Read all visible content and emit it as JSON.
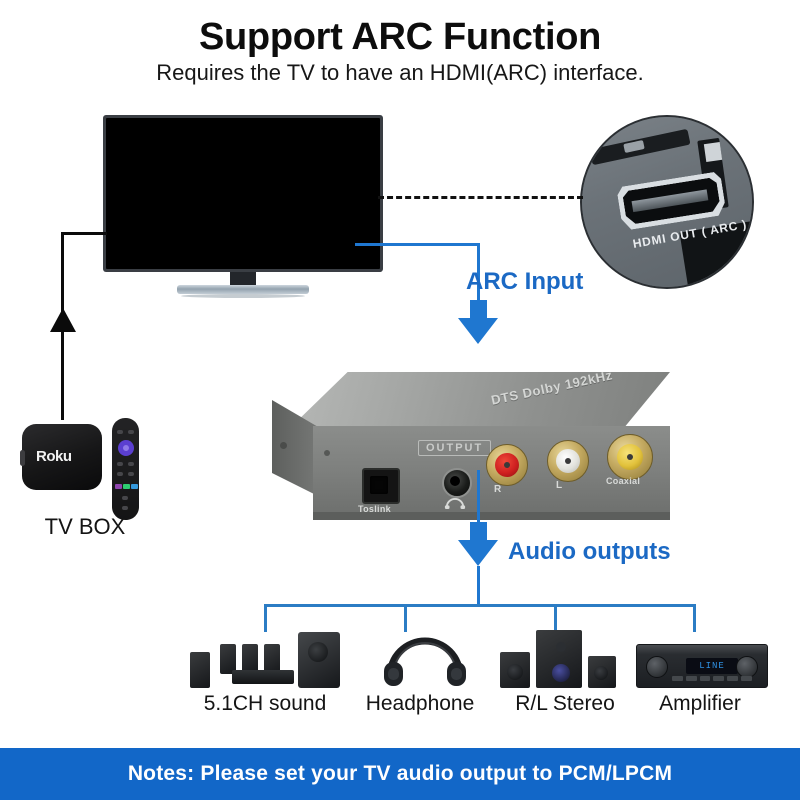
{
  "header": {
    "title": "Support ARC Function",
    "subtitle": "Requires the TV to have an HDMI(ARC) interface."
  },
  "colors": {
    "accent_blue": "#1f77d0",
    "label_blue": "#1b69c4",
    "notes_bar_blue": "#1267c8",
    "cable_black": "#0b0b0b",
    "device_body_gray": "#8b8d8b"
  },
  "diagram": {
    "tv": {
      "name": "Television",
      "screen_state": "off"
    },
    "hdmi_detail": {
      "port_label": "HDMI OUT ( ARC )"
    },
    "annotations": {
      "arc_input": "ARC Input",
      "audio_outputs": "Audio outputs"
    },
    "tv_box": {
      "label": "TV BOX",
      "brand": "Roku"
    },
    "converter": {
      "top_print": "DTS Dolby 192kHz",
      "output_label": "OUTPUT",
      "ports": [
        {
          "id": "toslink",
          "label": "Toslink",
          "type": "optical"
        },
        {
          "id": "headphone",
          "label": "",
          "type": "3.5mm-jack"
        },
        {
          "id": "rca-right",
          "label": "R",
          "type": "rca",
          "color": "#cf2020"
        },
        {
          "id": "rca-left",
          "label": "L",
          "type": "rca",
          "color": "#e2e2dc"
        },
        {
          "id": "coaxial",
          "label": "Coaxial",
          "type": "rca",
          "color": "#e2c23c"
        }
      ]
    },
    "outputs": [
      {
        "id": "surround",
        "label": "5.1CH sound"
      },
      {
        "id": "headphone",
        "label": "Headphone"
      },
      {
        "id": "stereo",
        "label": "R/L Stereo"
      },
      {
        "id": "amplifier",
        "label": "Amplifier"
      }
    ]
  },
  "amplifier_display": "LINE",
  "notes": {
    "text": "Notes: Please set your TV audio output to PCM/LPCM"
  }
}
